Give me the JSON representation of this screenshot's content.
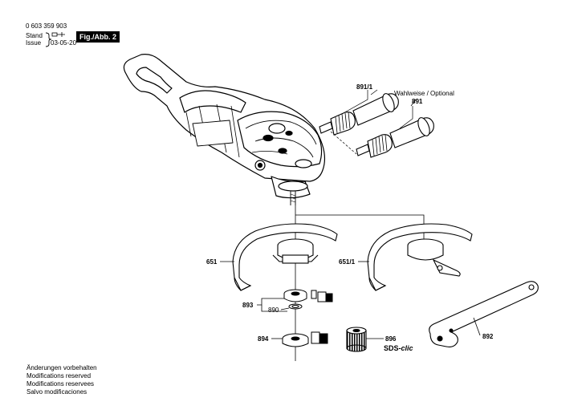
{
  "header": {
    "doc_number": "0 603 359 903",
    "stand_label": "Stand",
    "issue_label": "Issue",
    "issue_date": "03-05-20",
    "figure_label": "Fig./Abb. 2"
  },
  "labels": {
    "optional": "Wahlweise / Optional",
    "p891_1": "891/1",
    "p891": "891",
    "p651": "651",
    "p651_1": "651/1",
    "p893": "893",
    "p890": "890",
    "p894": "894",
    "p896": "896",
    "sds_prefix": "SDS-",
    "sds_suffix": "clic",
    "p892": "892"
  },
  "footer": {
    "lines": [
      "Änderungen vorbehalten",
      "Modifications reserved",
      "Modifications reservees",
      "Salvo modificaciones"
    ]
  }
}
